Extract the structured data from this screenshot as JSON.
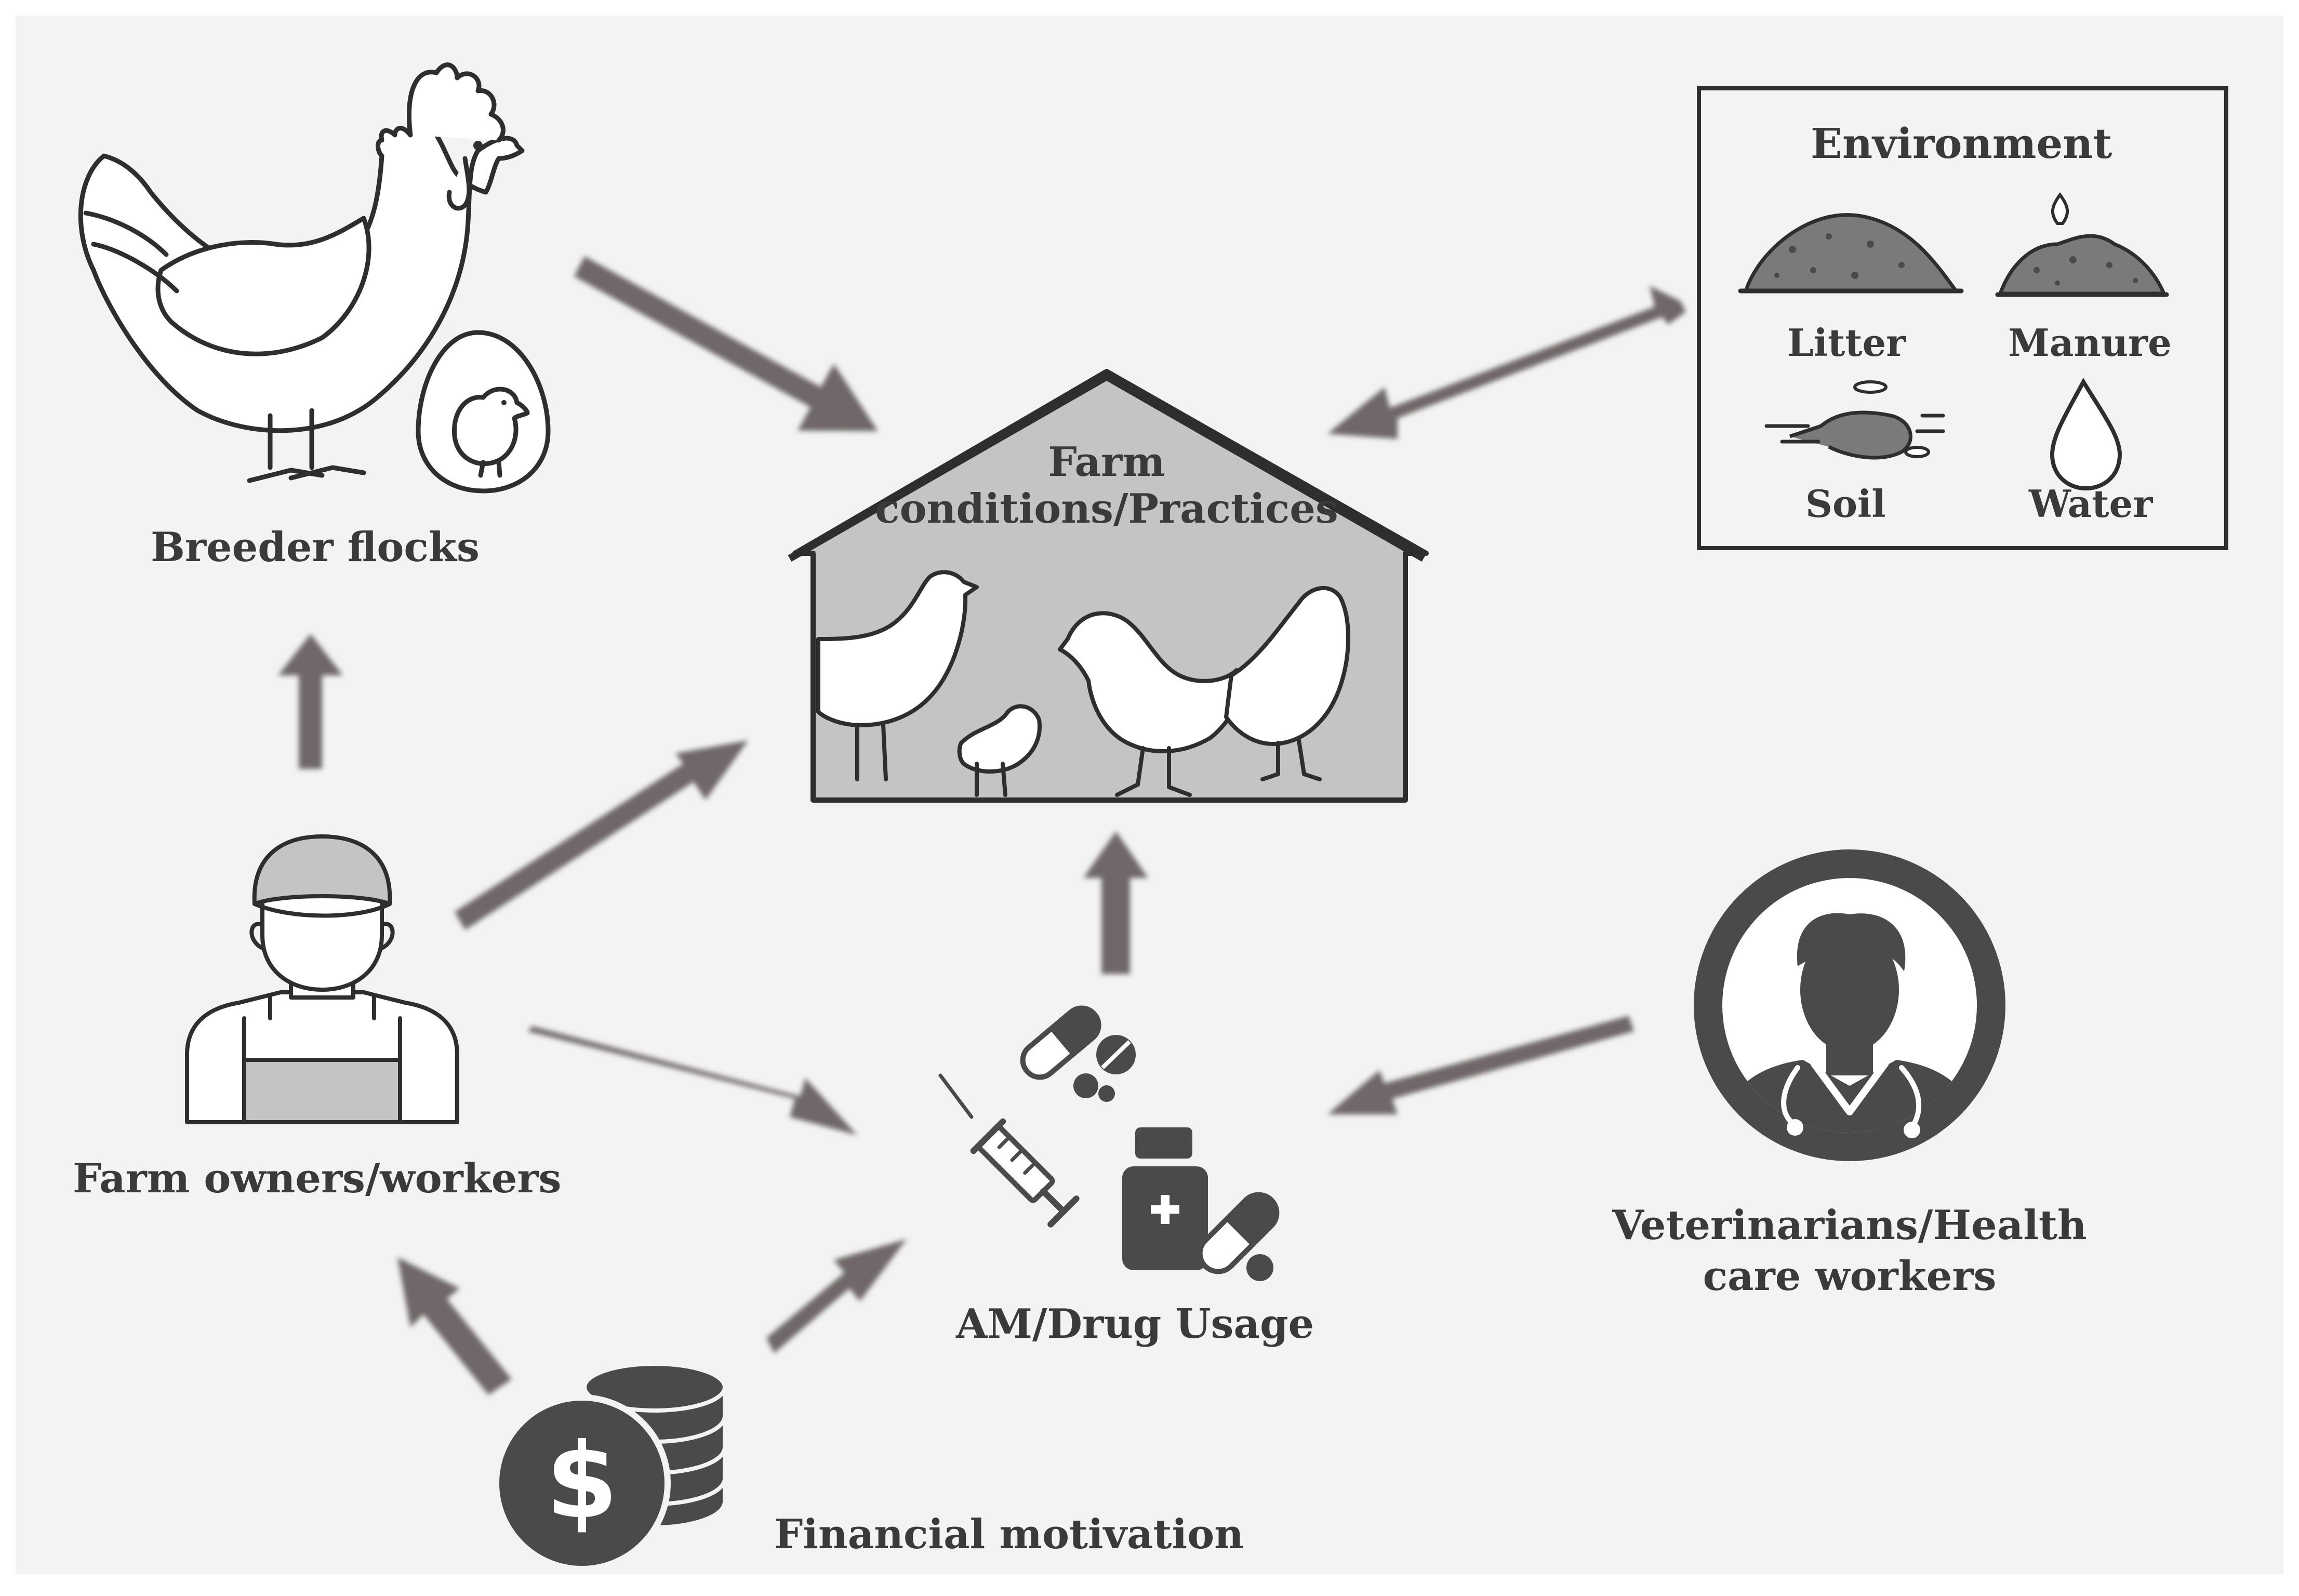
{
  "nodes": {
    "breeder_flocks": "Breeder flocks",
    "farm_conditions": "Farm conditions/Practices",
    "environment": {
      "title": "Environment",
      "items": [
        "Litter",
        "Manure",
        "Soil",
        "Water"
      ]
    },
    "farm_owners": "Farm owners/workers",
    "am_drug_usage": "AM/Drug Usage",
    "veterinarians": "Veterinarians/Health care workers",
    "financial_motivation": "Financial motivation"
  },
  "edges": [
    {
      "from": "breeder_flocks",
      "to": "farm_conditions",
      "direction": "forward"
    },
    {
      "from": "farm_conditions",
      "to": "environment",
      "direction": "both"
    },
    {
      "from": "farm_owners",
      "to": "breeder_flocks",
      "direction": "forward"
    },
    {
      "from": "farm_owners",
      "to": "farm_conditions",
      "direction": "forward"
    },
    {
      "from": "farm_owners",
      "to": "am_drug_usage",
      "direction": "forward"
    },
    {
      "from": "am_drug_usage",
      "to": "farm_conditions",
      "direction": "forward"
    },
    {
      "from": "veterinarians",
      "to": "am_drug_usage",
      "direction": "forward"
    },
    {
      "from": "financial_motivation",
      "to": "farm_owners",
      "direction": "forward"
    },
    {
      "from": "financial_motivation",
      "to": "am_drug_usage",
      "direction": "forward"
    }
  ],
  "colors": {
    "background": "#f3f3f3",
    "arrow": "#6f6868",
    "icon_dark": "#4a4b48",
    "outline": "#333333",
    "barn_fill": "#c4c4c4",
    "text": "#3a3a3a"
  },
  "icons": [
    "hen-icon",
    "egg-with-chick-icon",
    "barn-icon",
    "farmer-icon",
    "doctor-icon",
    "pills-icon",
    "syringe-icon",
    "medicine-bottle-icon",
    "coins-dollar-icon",
    "litter-pile-icon",
    "manure-pile-icon",
    "soil-icon",
    "water-drop-icon"
  ]
}
